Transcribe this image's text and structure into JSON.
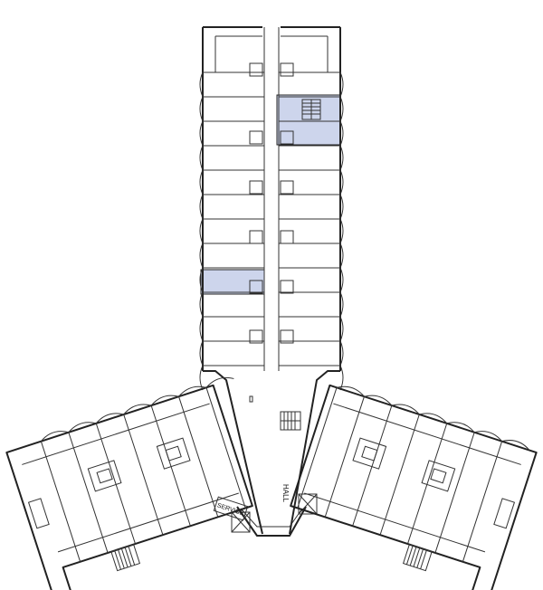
{
  "floor_plan": {
    "labels": {
      "hall": "HALL",
      "service": "SERVICE"
    },
    "colors": {
      "highlight": "#cdd5ec",
      "wall": "#222222",
      "background": "#ffffff"
    },
    "highlighted_units": 2
  }
}
